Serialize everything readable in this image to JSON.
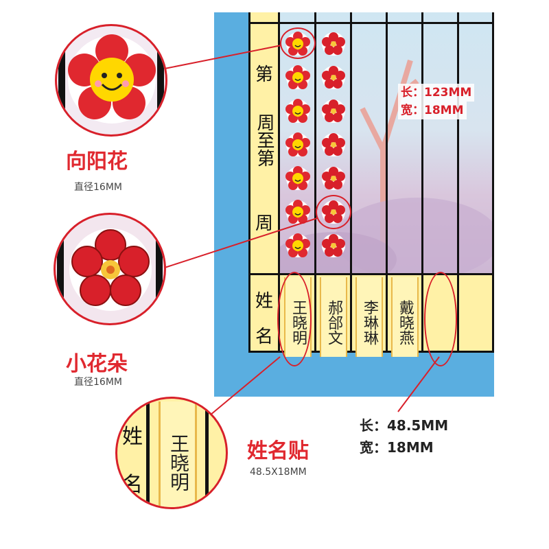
{
  "chart": {
    "week_labels": [
      "第",
      "周至第",
      "周"
    ],
    "name_label": [
      "姓",
      "名"
    ],
    "name_tags": [
      "王晓明",
      "郝郃文",
      "李琳琳",
      "戴晓燕"
    ]
  },
  "dimensions": {
    "chart_length": "长：123MM",
    "chart_width": "宽：18MM",
    "tag_length": "长：48.5MM",
    "tag_width": "宽：18MM"
  },
  "products": [
    {
      "name": "向阳花",
      "spec": "直径16MM",
      "icon": "smiley-flower-icon"
    },
    {
      "name": "小花朵",
      "spec": "直径16MM",
      "icon": "red-flower-icon"
    },
    {
      "name": "姓名贴",
      "spec": "48.5X18MM",
      "icon": "name-tag-icon"
    }
  ],
  "zoom_tag": {
    "text": "王晓明",
    "side_chars": [
      "姓",
      "名"
    ]
  },
  "colors": {
    "accent": "#d8202a",
    "board_blue": "#5aaee0",
    "label_yellow": "#fff1a6"
  }
}
